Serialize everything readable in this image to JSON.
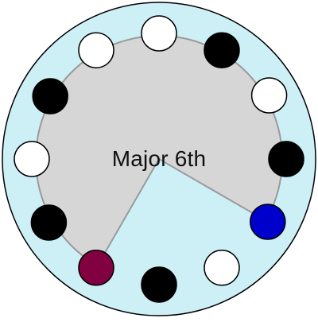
{
  "interval_name": "Major 6th",
  "colors": {
    "outer_fill": "#cdf0f7",
    "inner_fill": "#d6d6d6",
    "sector_edge": "#9a9a9a",
    "key_white": "#ffffff",
    "key_black": "#000000",
    "root_note": "#0000cc",
    "target_note": "#800040"
  },
  "notes": [
    {
      "name": "note-12-oclock",
      "fill": "white"
    },
    {
      "name": "note-1-oclock",
      "fill": "black"
    },
    {
      "name": "note-2-oclock",
      "fill": "white"
    },
    {
      "name": "note-3-oclock",
      "fill": "black"
    },
    {
      "name": "note-4-oclock",
      "fill": "root"
    },
    {
      "name": "note-5-oclock",
      "fill": "white"
    },
    {
      "name": "note-6-oclock",
      "fill": "black"
    },
    {
      "name": "note-7-oclock",
      "fill": "target"
    },
    {
      "name": "note-8-oclock",
      "fill": "black"
    },
    {
      "name": "note-9-oclock",
      "fill": "white"
    },
    {
      "name": "note-10-oclock",
      "fill": "black"
    },
    {
      "name": "note-11-oclock",
      "fill": "white"
    }
  ],
  "root_index": 4,
  "target_index": 7
}
